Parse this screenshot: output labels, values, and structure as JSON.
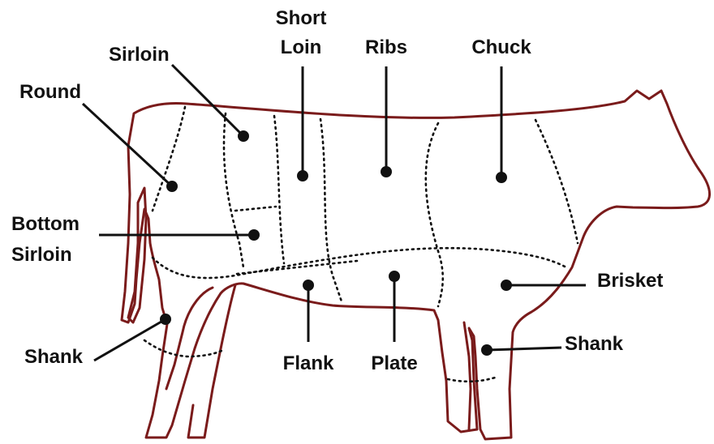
{
  "colors": {
    "outline": "#7a1b1b",
    "text": "#111111",
    "background": "#ffffff"
  },
  "labels": {
    "round": "Round",
    "sirloin": "Sirloin",
    "short_loin_1": "Short",
    "short_loin_2": "Loin",
    "ribs": "Ribs",
    "chuck": "Chuck",
    "bottom_sirloin_1": "Bottom",
    "bottom_sirloin_2": "Sirloin",
    "brisket": "Brisket",
    "flank": "Flank",
    "plate": "Plate",
    "shank_hind": "Shank",
    "shank_fore": "Shank"
  }
}
